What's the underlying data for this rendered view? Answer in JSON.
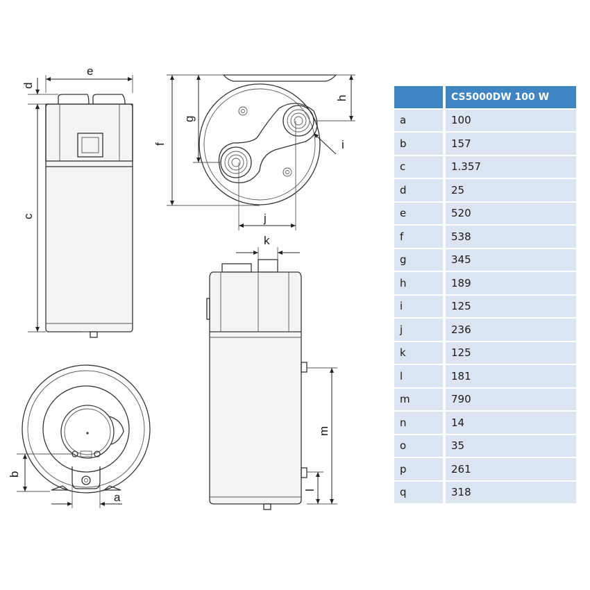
{
  "labels": {
    "a": "a",
    "b": "b",
    "c": "c",
    "d": "d",
    "e": "e",
    "f": "f",
    "g": "g",
    "h": "h",
    "i": "i",
    "j": "j",
    "k": "k",
    "l": "l",
    "m": "m"
  },
  "table": {
    "header_empty": "",
    "header_model": "CS5000DW 100 W",
    "rows": [
      {
        "key": "a",
        "value": "100"
      },
      {
        "key": "b",
        "value": "157"
      },
      {
        "key": "c",
        "value": "1.357"
      },
      {
        "key": "d",
        "value": "25"
      },
      {
        "key": "e",
        "value": "520"
      },
      {
        "key": "f",
        "value": "538"
      },
      {
        "key": "g",
        "value": "345"
      },
      {
        "key": "h",
        "value": "189"
      },
      {
        "key": "i",
        "value": "125"
      },
      {
        "key": "j",
        "value": "236"
      },
      {
        "key": "k",
        "value": "125"
      },
      {
        "key": "l",
        "value": "181"
      },
      {
        "key": "m",
        "value": "790"
      },
      {
        "key": "n",
        "value": "14"
      },
      {
        "key": "o",
        "value": "35"
      },
      {
        "key": "p",
        "value": "261"
      },
      {
        "key": "q",
        "value": "318"
      }
    ]
  },
  "colors": {
    "header_bg": "#3f85c1",
    "row_bg": "#dbe5f1",
    "line": "#333333"
  }
}
